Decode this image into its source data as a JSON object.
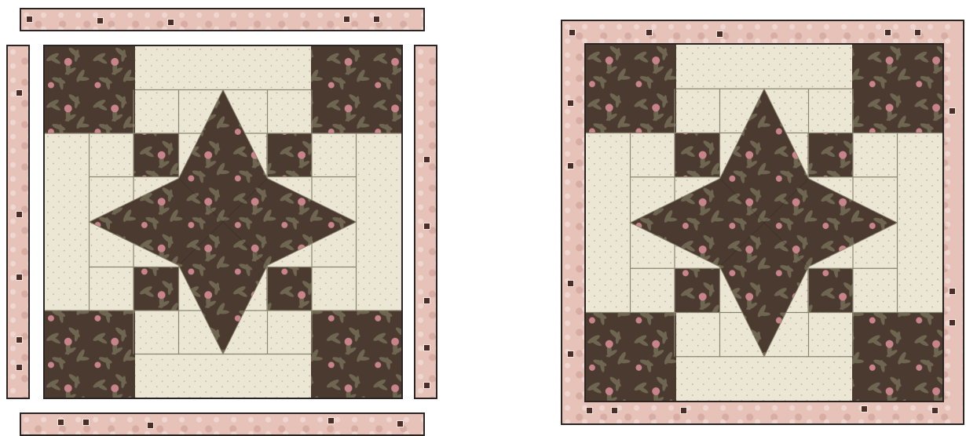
{
  "diagram": {
    "steps": [
      "unassembled-block-with-borders",
      "assembled-block-with-borders"
    ]
  },
  "colors": {
    "background": "#ffffff",
    "dark_floral": "#4b3a30",
    "floral_leaf": "#6e6651",
    "floral_pink": "#c8848a",
    "cream": "#ece7d4",
    "cream_dot": "#b9b49a",
    "pink_border": "#e6c2b8",
    "seam": "#8a8570",
    "outline": "#2a2522"
  },
  "icons": {
    "border_motif": "square-flower-motif"
  }
}
